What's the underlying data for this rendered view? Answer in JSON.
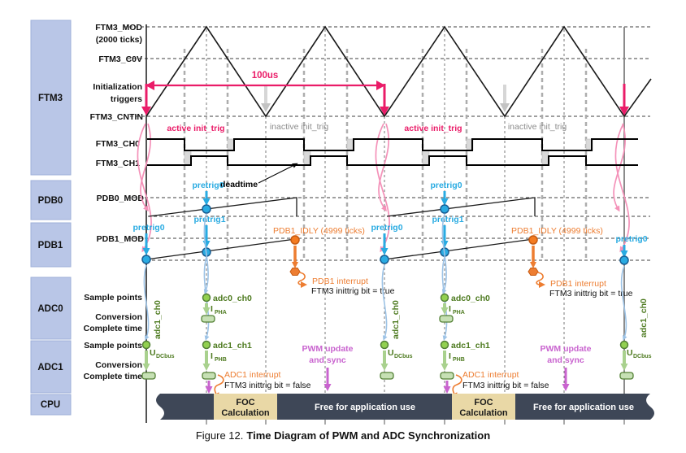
{
  "sidebar": {
    "ftm3": "FTM3",
    "pdb0": "PDB0",
    "pdb1": "PDB1",
    "adc0": "ADC0",
    "adc1": "ADC1",
    "cpu": "CPU"
  },
  "rows": {
    "ftm3_mod": "FTM3_MOD",
    "ftm3_mod_ticks": "(2000 ticks)",
    "ftm3_c0v": "FTM3_C0V",
    "init1": "Initialization",
    "init2": "triggers",
    "ftm3_cntin": "FTM3_CNTIN",
    "ftm3_ch0": "FTM3_CH0",
    "ftm3_ch1": "FTM3_CH1",
    "pdb0_mod": "PDB0_MOD",
    "pdb1_mod": "PDB1_MOD",
    "sample_points": "Sample points",
    "conversion": "Conversion",
    "complete_time": "Complete time"
  },
  "ftm3": {
    "period": "100us",
    "active_trig": "active init_trig",
    "inactive_trig": "inactive init_trig",
    "deadtime": "deadtime"
  },
  "pdb": {
    "pretrig0": "pretrig0",
    "pretrig1": "pretrig1",
    "idly": "PDB1_IDLY (4999 ticks)",
    "pdb1_interrupt": "PDB1 interrupt",
    "inittrig_true": "FTM3 inittrig bit = true"
  },
  "adc": {
    "adc0_ch0": "adc0_ch0",
    "adc1_ch0": "adc1_ch0",
    "adc1_ch1": "adc1_ch1",
    "i": "I",
    "pha": "PHA",
    "phb": "PHB",
    "u": "U",
    "dcbus": "DCbus",
    "adc1_interrupt": "ADC1 interrupt",
    "inittrig_false": "FTM3 inittrig bit = false"
  },
  "cpu": {
    "pwm_update1": "PWM update",
    "pwm_update2": "and sync",
    "foc1": "FOC",
    "foc2": "Calculation",
    "free": "Free for application use"
  },
  "caption": {
    "prefix": "Figure 12.",
    "title": "Time Diagram of PWM and ADC Synchronization"
  },
  "colors": {
    "pink": "#ea1c68",
    "pink_soft": "#f492b9",
    "cyan": "#29abe2",
    "orange": "#ed7d31",
    "green_dark": "#4d7a1f",
    "green_light": "#a9d18e",
    "green_fill": "#92d050",
    "violet": "#c964cf",
    "bar_dark": "#3e4757",
    "foc_tan": "#e9d8a6",
    "sidebar_box": "#b9c6e7"
  }
}
